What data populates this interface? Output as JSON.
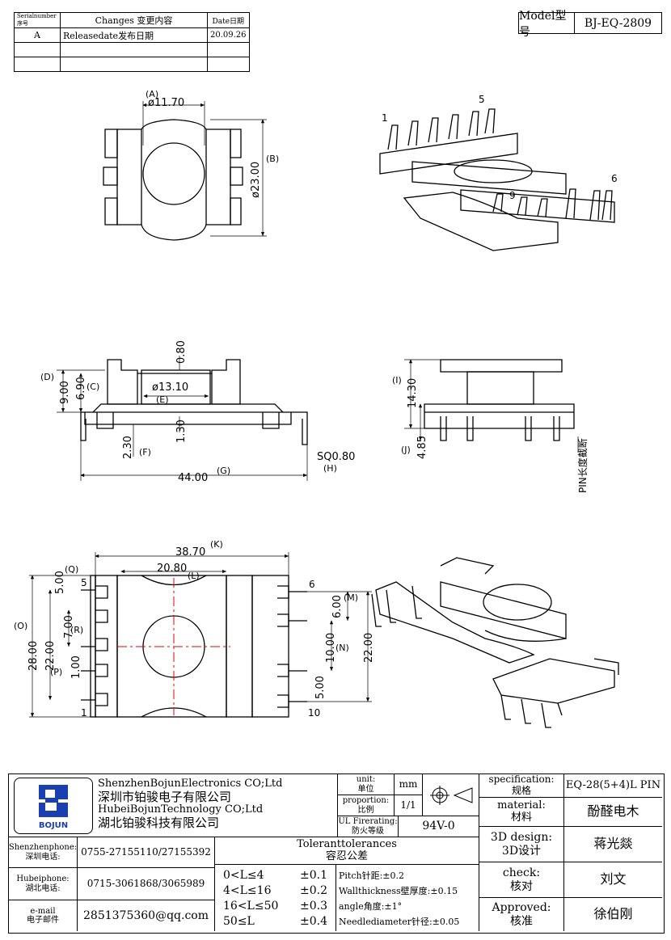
{
  "revision": {
    "headers": {
      "serial": "Serialnumber序号",
      "changes": "Changes  变更内容",
      "date": "Date日期"
    },
    "rows": [
      {
        "serial": "A",
        "changes": "Releasedate发布日期",
        "date": "20.09.26"
      }
    ]
  },
  "model": {
    "label": "Model型号",
    "value": "BJ-EQ-2809"
  },
  "top_view": {
    "a_label": "(A)",
    "a_dim": "ø11.70",
    "b_label": "(B)",
    "b_dim": "ø23.00"
  },
  "iso_view_1": {
    "pin_labels": [
      "1",
      "5",
      "6",
      "9"
    ]
  },
  "front_view": {
    "dims": {
      "d_label": "(D)",
      "d": "9.00",
      "c_label": "(C)",
      "c": "6.90",
      "dim_080": "0.80",
      "e_label": "(E)",
      "e": "ø13.10",
      "dim_130": "1.30",
      "f_label": "(F)",
      "f": "2.30",
      "g_label": "(G)",
      "g": "44.00",
      "h_label": "(H)",
      "h": "SQ0.80"
    }
  },
  "side_view": {
    "i_label": "(I)",
    "i": "14.30",
    "j_label": "(J)",
    "j": "4.85",
    "pin_note": "PIN长度截断"
  },
  "bottom_view": {
    "k_label": "(K)",
    "k": "38.70",
    "l_label": "(L)",
    "l": "20.80",
    "q_label": "(Q)",
    "q": "5.00",
    "o_label": "(O)",
    "o": "28.00",
    "p_label": "(P)",
    "p": "22.00",
    "r_label": "(R)",
    "r": "7.00",
    "dim_100": "1.00",
    "m_label": "(M)",
    "m": "6.00",
    "n_label": "(N)",
    "n": "10.00",
    "dim_500": "5.00",
    "right_dim": "22.00",
    "pin_labels": {
      "p5": "5",
      "p1": "1",
      "p6": "6",
      "p10": "10"
    }
  },
  "title_block": {
    "company_en_1": "ShenzhenBojunElectronics CO;Ltd",
    "company_cn_1": "深圳市铂骏电子有限公司",
    "company_en_2": "HubeiBojunTechnology CO;Ltd",
    "company_cn_2": "湖北铂骏科技有限公司",
    "logo_text": "BOJUN",
    "unit_label": "unit:\n单位",
    "unit": "mm",
    "proportion_label": "proportion:\n比例",
    "proportion": "1/1",
    "ul_label": "UL Firerating:\n防火等级",
    "ul": "94V-0",
    "spec_label": "specification:\n规格",
    "spec": "EQ-28(5+4)L PIN",
    "material_label": "material:\n材料",
    "material": "酚醛电木",
    "design_label": "3D design:\n3D设计",
    "design": "蒋光燚",
    "check_label": "check:\n核对",
    "check": "刘文",
    "approved_label": "Approved:\n核准",
    "approved": "徐伯刚",
    "sz_phone_label": "Shenzhenphone:\n深圳电话:",
    "sz_phone": "0755-27155110/27155392",
    "hb_phone_label": "Hubeiphone:\n湖北电话:",
    "hb_phone": "0715-3061868/3065989",
    "email_label": "e-mail\n电子邮件",
    "email": "2851375360@qq.com",
    "tol_title": "Toleranttolerances\n容忍公差",
    "tolerances": [
      {
        "range": "0<L≤4",
        "tol": "±0.1"
      },
      {
        "range": "4<L≤16",
        "tol": "±0.2"
      },
      {
        "range": "16<L≤50",
        "tol": "±0.3"
      },
      {
        "range": "50≤L",
        "tol": "±0.4"
      }
    ],
    "notes": [
      "Pitch针距:±0.2",
      "Wallthickness壁厚度:±0.15",
      "angle角度:±1°",
      "Needlediameter针径:±0.05"
    ]
  }
}
